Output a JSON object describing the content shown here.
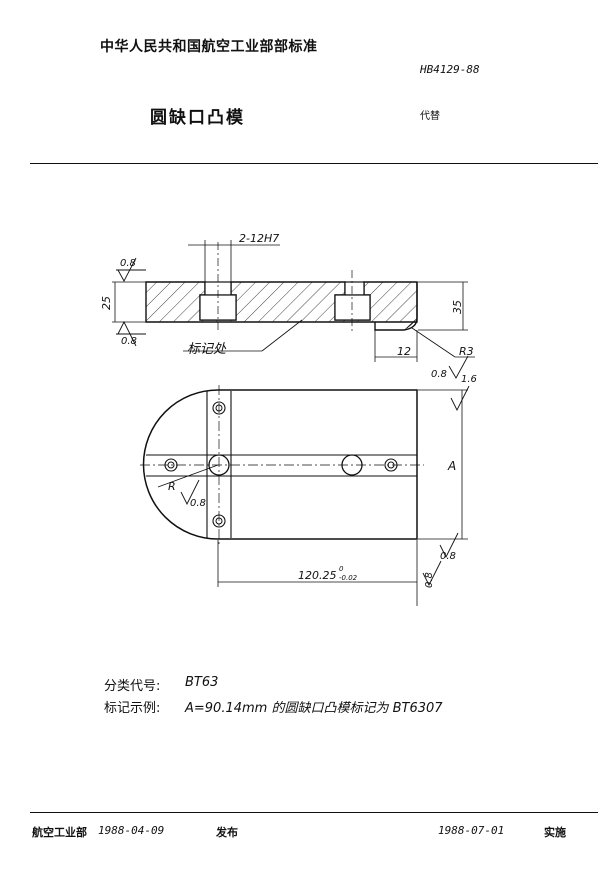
{
  "header": {
    "organization": "中华人民共和国航空工业部部标准",
    "standard_number": "HB4129-88",
    "title": "圆缺口凸模",
    "replaces": "代替"
  },
  "drawing": {
    "dims": {
      "bore": "2-12H7",
      "thickness": "25",
      "height": "35",
      "step": "12",
      "radius_small": "R3",
      "length": "120.25",
      "length_tol_upper": "0",
      "length_tol_lower": "-0.02",
      "width": "A",
      "radius": "R"
    },
    "roughness": {
      "top": "0.8",
      "bottom": "0.8",
      "shoulder_top": "0.8",
      "shoulder_bottom": "1.6",
      "arc": "0.8",
      "side_bottom": "0.8",
      "end": "0.8"
    },
    "mark_location": "标记处"
  },
  "footer_info": {
    "class_label": "分类代号:",
    "class_value": "BT63",
    "mark_label": "标记示例:",
    "mark_value": "A=90.14mm 的圆缺口凸模标记为 BT6307"
  },
  "footer": {
    "issuer": "航空工业部",
    "issue_date": "1988-04-09",
    "issue_label": "发布",
    "implement_date": "1988-07-01",
    "implement_label": "实施"
  }
}
